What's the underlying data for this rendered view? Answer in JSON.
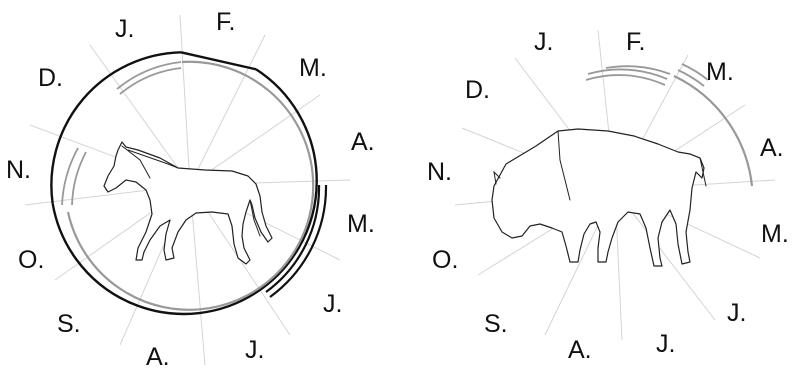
{
  "colors": {
    "black_arc": "#111111",
    "grey_arc": "#999999",
    "spoke": "#d4d4d4",
    "text": "#111111"
  },
  "horse_wheel": {
    "animal_icon": "horse-icon",
    "months": [
      "J.",
      "F.",
      "M.",
      "A.",
      "M.",
      "J.",
      "J.",
      "A.",
      "S.",
      "O.",
      "N.",
      "D."
    ]
  },
  "bison_wheel": {
    "animal_icon": "bison-icon",
    "months": [
      "J.",
      "F.",
      "M.",
      "A.",
      "M.",
      "J.",
      "J.",
      "A.",
      "S.",
      "O.",
      "N.",
      "D."
    ]
  }
}
